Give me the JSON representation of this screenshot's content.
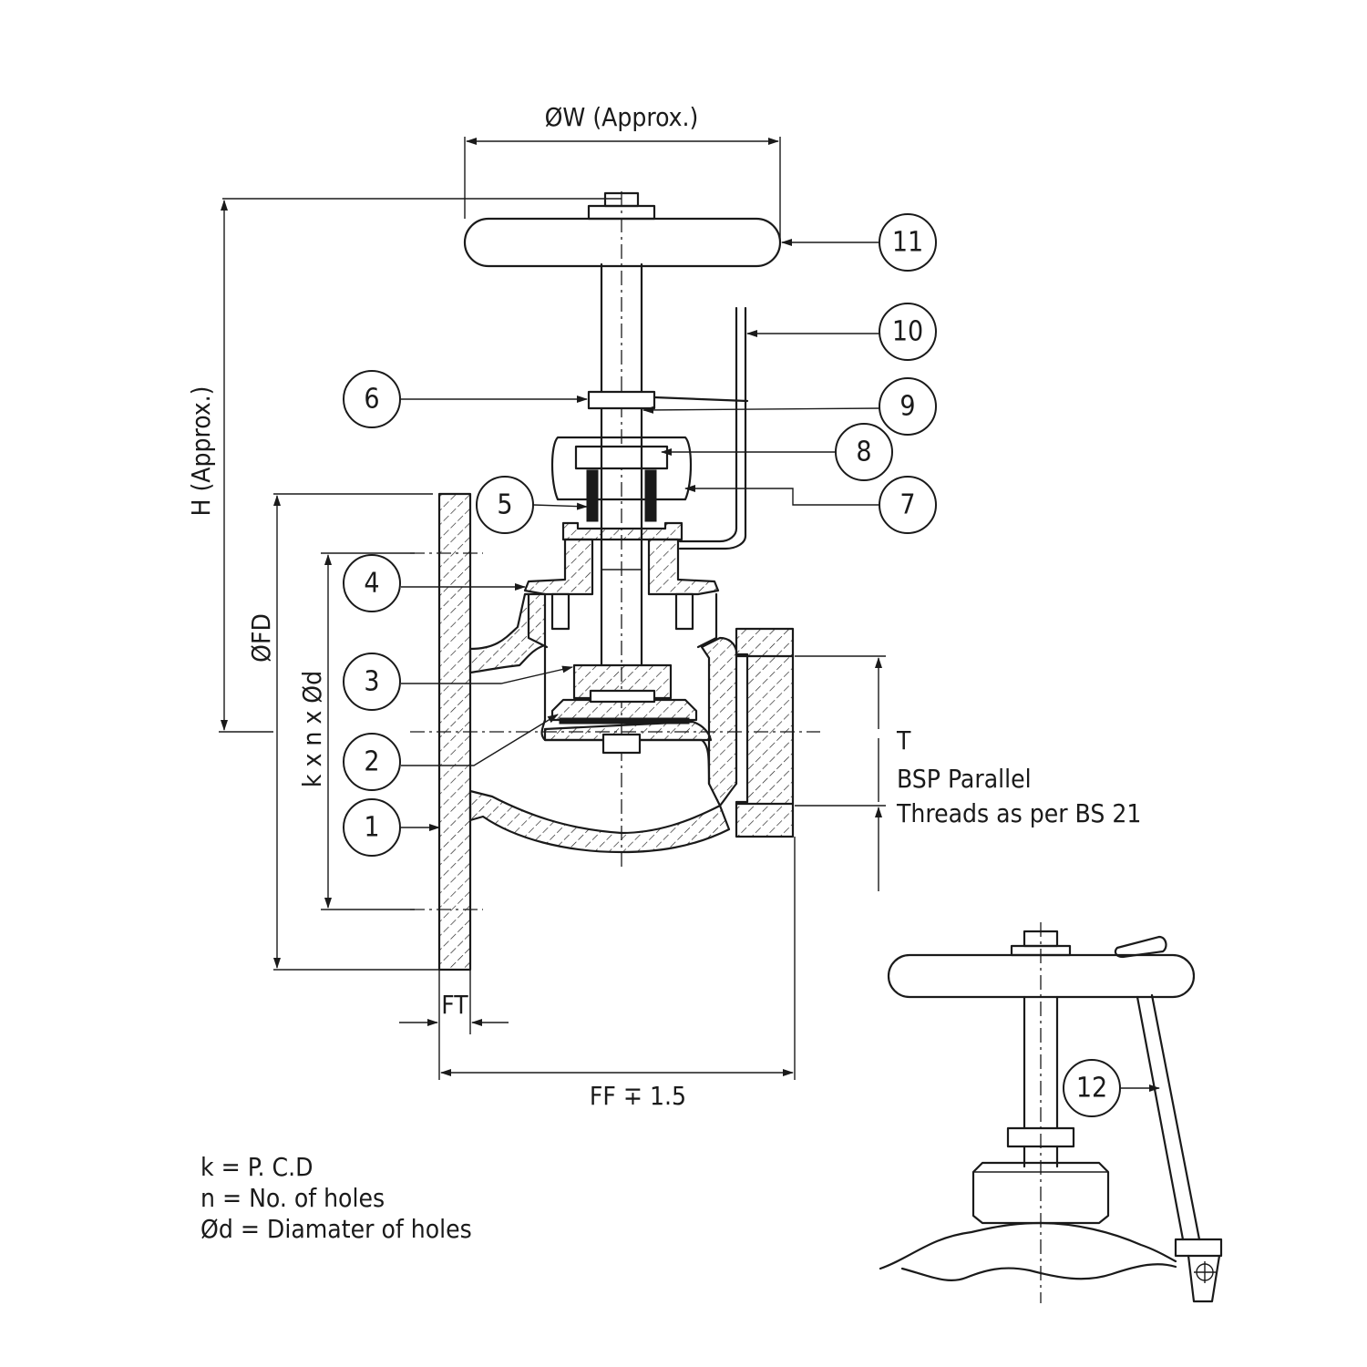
{
  "dimensions": {
    "handwheel_diameter": "ØW (Approx.)",
    "height": "H (Approx.)",
    "flange_diameter": "ØFD",
    "bolt_pattern": "k x n x Ød",
    "flange_thickness": "FT",
    "face_to_face": "FF ∓ 1.5"
  },
  "thread_note": {
    "symbol": "T",
    "line1": "BSP Parallel",
    "line2": "Threads as per BS 21"
  },
  "parts": [
    "1",
    "2",
    "3",
    "4",
    "5",
    "6",
    "7",
    "8",
    "9",
    "10",
    "11",
    "12"
  ],
  "legend": {
    "line1": "k = P. C.D",
    "line2": "n = No. of holes",
    "line3": "Ød = Diamater of holes"
  }
}
